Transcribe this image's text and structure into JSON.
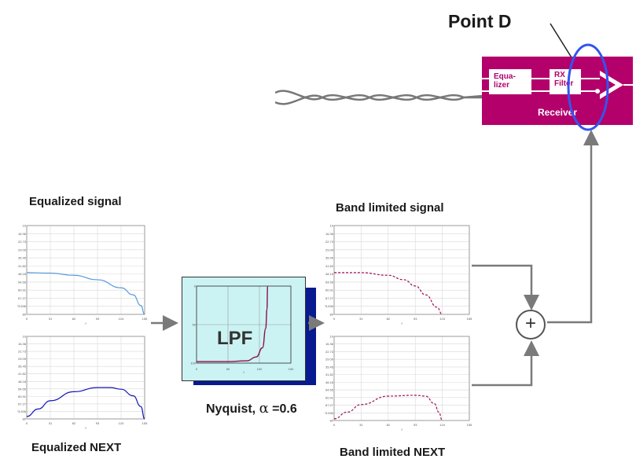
{
  "point_d": {
    "title": "Point D"
  },
  "receiver": {
    "equalizer_label": "Equa-\nlizer",
    "rx_filter_label": "RX\nFilter",
    "receiver_label": "Receiver",
    "color": "#b3006b",
    "highlight_color": "#3355ee"
  },
  "labels": {
    "equalized_signal": "Equalized signal",
    "equalized_next": "Equalized NEXT",
    "band_limited_signal": "Band limited signal",
    "band_limited_next": "Band limited NEXT",
    "lpf": "LPF",
    "nyquist": "Nyquist, ",
    "alpha_symbol": "α",
    "alpha_value": " =0.6",
    "adder_symbol": "+"
  },
  "small_plot_ticks": {
    "x": [
      "0",
      "31",
      "62",
      "93",
      "124",
      "155"
    ],
    "x_label": "f",
    "y": [
      "10",
      "16.36",
      "22.73",
      "29.09",
      "35.45",
      "41.82",
      "48.18",
      "54.55",
      "60.91",
      "67.27",
      "73.636",
      "80"
    ]
  },
  "lpf_plot_ticks": {
    "x": [
      "0",
      "50",
      "100",
      "150"
    ],
    "x_label": "f",
    "y": [
      "0",
      "50",
      "100"
    ]
  },
  "chart_data": [
    {
      "type": "line",
      "name": "equalized-signal",
      "x_range": [
        0,
        155
      ],
      "y_range": [
        0,
        1
      ],
      "points": [
        [
          0,
          0.47
        ],
        [
          31,
          0.465
        ],
        [
          62,
          0.44
        ],
        [
          93,
          0.39
        ],
        [
          124,
          0.3
        ],
        [
          140,
          0.22
        ],
        [
          150,
          0.1
        ],
        [
          155,
          0.0
        ]
      ],
      "style": "solid",
      "color": "#5599dd"
    },
    {
      "type": "line",
      "name": "equalized-next",
      "x_range": [
        0,
        155
      ],
      "y_range": [
        0,
        1
      ],
      "points": [
        [
          0,
          0.03
        ],
        [
          15,
          0.12
        ],
        [
          31,
          0.22
        ],
        [
          62,
          0.33
        ],
        [
          93,
          0.38
        ],
        [
          110,
          0.38
        ],
        [
          124,
          0.36
        ],
        [
          140,
          0.28
        ],
        [
          150,
          0.15
        ],
        [
          155,
          0.0
        ]
      ],
      "style": "solid",
      "color": "#1515bb"
    },
    {
      "type": "line",
      "name": "band-limited-signal",
      "x_range": [
        0,
        155
      ],
      "y_range": [
        0,
        1
      ],
      "points": [
        [
          0,
          0.47
        ],
        [
          31,
          0.47
        ],
        [
          62,
          0.44
        ],
        [
          80,
          0.39
        ],
        [
          93,
          0.32
        ],
        [
          105,
          0.22
        ],
        [
          118,
          0.08
        ],
        [
          124,
          0.0
        ]
      ],
      "style": "dashed",
      "color": "#a0105a"
    },
    {
      "type": "line",
      "name": "band-limited-next",
      "x_range": [
        0,
        155
      ],
      "y_range": [
        0,
        1
      ],
      "points": [
        [
          0,
          0.02
        ],
        [
          15,
          0.1
        ],
        [
          31,
          0.19
        ],
        [
          62,
          0.29
        ],
        [
          93,
          0.3
        ],
        [
          105,
          0.29
        ],
        [
          115,
          0.2
        ],
        [
          120,
          0.1
        ],
        [
          124,
          0.0
        ]
      ],
      "style": "dashed",
      "color": "#a0105a"
    },
    {
      "type": "line",
      "name": "lpf-response",
      "x_range": [
        0,
        150
      ],
      "y_range": [
        0,
        100
      ],
      "points": [
        [
          0,
          2
        ],
        [
          50,
          2
        ],
        [
          80,
          3
        ],
        [
          95,
          8
        ],
        [
          105,
          20
        ],
        [
          110,
          45
        ],
        [
          112,
          70
        ],
        [
          113,
          100
        ]
      ],
      "style": "solid",
      "color": "#8a1050"
    }
  ]
}
